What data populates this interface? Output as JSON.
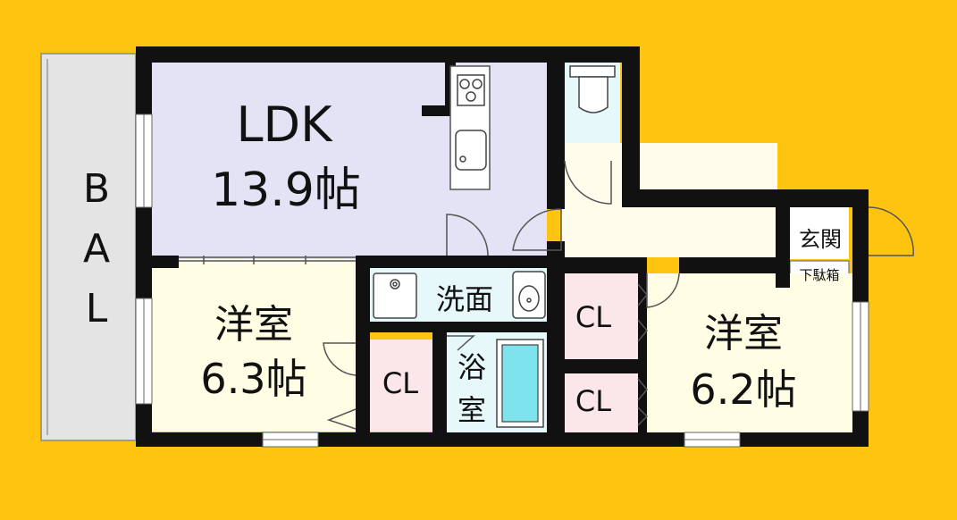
{
  "colors": {
    "background": "#FFC410",
    "wall": "#111111",
    "ldk": "#E3E3F5",
    "western_room": "#FFFDE3",
    "closet": "#FBE7EA",
    "wet_area": "#E7F8FB",
    "hallway": "#FFFCEB",
    "balcony": "#E4E4E4",
    "bathtub": "#7FE3EE"
  },
  "rooms": {
    "balcony": {
      "label": "BAL",
      "letters": [
        "B",
        "A",
        "L"
      ]
    },
    "ldk": {
      "name": "LDK",
      "size": "13.9帖"
    },
    "western1": {
      "name": "洋室",
      "size": "6.3帖"
    },
    "western2": {
      "name": "洋室",
      "size": "6.2帖"
    },
    "closet1": {
      "label": "CL"
    },
    "closet2": {
      "label": "CL"
    },
    "closet3": {
      "label": "CL"
    },
    "washroom": {
      "label": "洗面"
    },
    "bathroom": {
      "label": "浴室",
      "chars": [
        "浴",
        "室"
      ]
    },
    "entrance": {
      "label": "玄関"
    },
    "shoe_box": {
      "label": "下駄箱"
    }
  },
  "icons": [
    "kitchen-stove-icon",
    "kitchen-sink-icon",
    "toilet-icon",
    "washing-machine-icon",
    "wash-basin-icon",
    "bathtub-icon",
    "door-swing-icon"
  ]
}
